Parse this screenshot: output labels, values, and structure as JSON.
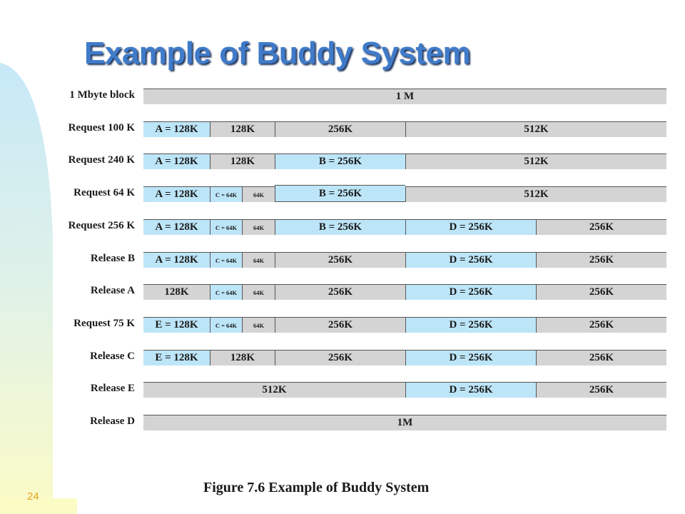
{
  "title": "Example of Buddy System",
  "caption": "Figure 7.6   Example of Buddy System",
  "page_number": "24",
  "colors": {
    "free": "#d4d4d4",
    "allocated": "#bde5f8",
    "title": "#3f7bc9"
  },
  "total_kb": 1024,
  "rows": [
    {
      "label": "1 Mbyte block",
      "segments": [
        {
          "text": "1 M",
          "kb": 1024,
          "state": "free"
        }
      ]
    },
    {
      "label": "Request 100 K",
      "segments": [
        {
          "text": "A = 128K",
          "kb": 128,
          "state": "allocated"
        },
        {
          "text": "128K",
          "kb": 128,
          "state": "free"
        },
        {
          "text": "256K",
          "kb": 256,
          "state": "free"
        },
        {
          "text": "512K",
          "kb": 512,
          "state": "free"
        }
      ]
    },
    {
      "label": "Request 240 K",
      "segments": [
        {
          "text": "A = 128K",
          "kb": 128,
          "state": "allocated"
        },
        {
          "text": "128K",
          "kb": 128,
          "state": "free"
        },
        {
          "text": "B = 256K",
          "kb": 256,
          "state": "allocated"
        },
        {
          "text": "512K",
          "kb": 512,
          "state": "free"
        }
      ]
    },
    {
      "label": "Request 64 K",
      "segments": [
        {
          "text": "A = 128K",
          "kb": 128,
          "state": "allocated"
        },
        {
          "text": "C = 64K",
          "kb": 64,
          "state": "allocated"
        },
        {
          "text": "64K",
          "kb": 64,
          "state": "free"
        },
        {
          "text": "B = 256K",
          "kb": 256,
          "state": "allocated"
        },
        {
          "text": "512K",
          "kb": 512,
          "state": "free"
        }
      ]
    },
    {
      "label": "Request 256 K",
      "segments": [
        {
          "text": "A = 128K",
          "kb": 128,
          "state": "allocated"
        },
        {
          "text": "C = 64K",
          "kb": 64,
          "state": "allocated"
        },
        {
          "text": "64K",
          "kb": 64,
          "state": "free"
        },
        {
          "text": "B = 256K",
          "kb": 256,
          "state": "allocated"
        },
        {
          "text": "D = 256K",
          "kb": 256,
          "state": "allocated"
        },
        {
          "text": "256K",
          "kb": 256,
          "state": "free"
        }
      ]
    },
    {
      "label": "Release B",
      "segments": [
        {
          "text": "A = 128K",
          "kb": 128,
          "state": "allocated"
        },
        {
          "text": "C = 64K",
          "kb": 64,
          "state": "allocated"
        },
        {
          "text": "64K",
          "kb": 64,
          "state": "free"
        },
        {
          "text": "256K",
          "kb": 256,
          "state": "free"
        },
        {
          "text": "D = 256K",
          "kb": 256,
          "state": "allocated"
        },
        {
          "text": "256K",
          "kb": 256,
          "state": "free"
        }
      ]
    },
    {
      "label": "Release A",
      "segments": [
        {
          "text": "128K",
          "kb": 128,
          "state": "free"
        },
        {
          "text": "C = 64K",
          "kb": 64,
          "state": "allocated"
        },
        {
          "text": "64K",
          "kb": 64,
          "state": "free"
        },
        {
          "text": "256K",
          "kb": 256,
          "state": "free"
        },
        {
          "text": "D = 256K",
          "kb": 256,
          "state": "allocated"
        },
        {
          "text": "256K",
          "kb": 256,
          "state": "free"
        }
      ]
    },
    {
      "label": "Request 75 K",
      "segments": [
        {
          "text": "E = 128K",
          "kb": 128,
          "state": "allocated"
        },
        {
          "text": "C = 64K",
          "kb": 64,
          "state": "allocated"
        },
        {
          "text": "64K",
          "kb": 64,
          "state": "free"
        },
        {
          "text": "256K",
          "kb": 256,
          "state": "free"
        },
        {
          "text": "D = 256K",
          "kb": 256,
          "state": "allocated"
        },
        {
          "text": "256K",
          "kb": 256,
          "state": "free"
        }
      ]
    },
    {
      "label": "Release C",
      "segments": [
        {
          "text": "E = 128K",
          "kb": 128,
          "state": "allocated"
        },
        {
          "text": "128K",
          "kb": 128,
          "state": "free"
        },
        {
          "text": "256K",
          "kb": 256,
          "state": "free"
        },
        {
          "text": "D = 256K",
          "kb": 256,
          "state": "allocated"
        },
        {
          "text": "256K",
          "kb": 256,
          "state": "free"
        }
      ]
    },
    {
      "label": "Release E",
      "segments": [
        {
          "text": "512K",
          "kb": 512,
          "state": "free"
        },
        {
          "text": "D = 256K",
          "kb": 256,
          "state": "allocated"
        },
        {
          "text": "256K",
          "kb": 256,
          "state": "free"
        }
      ]
    },
    {
      "label": "Release D",
      "segments": [
        {
          "text": "1M",
          "kb": 1024,
          "state": "free"
        }
      ]
    }
  ]
}
